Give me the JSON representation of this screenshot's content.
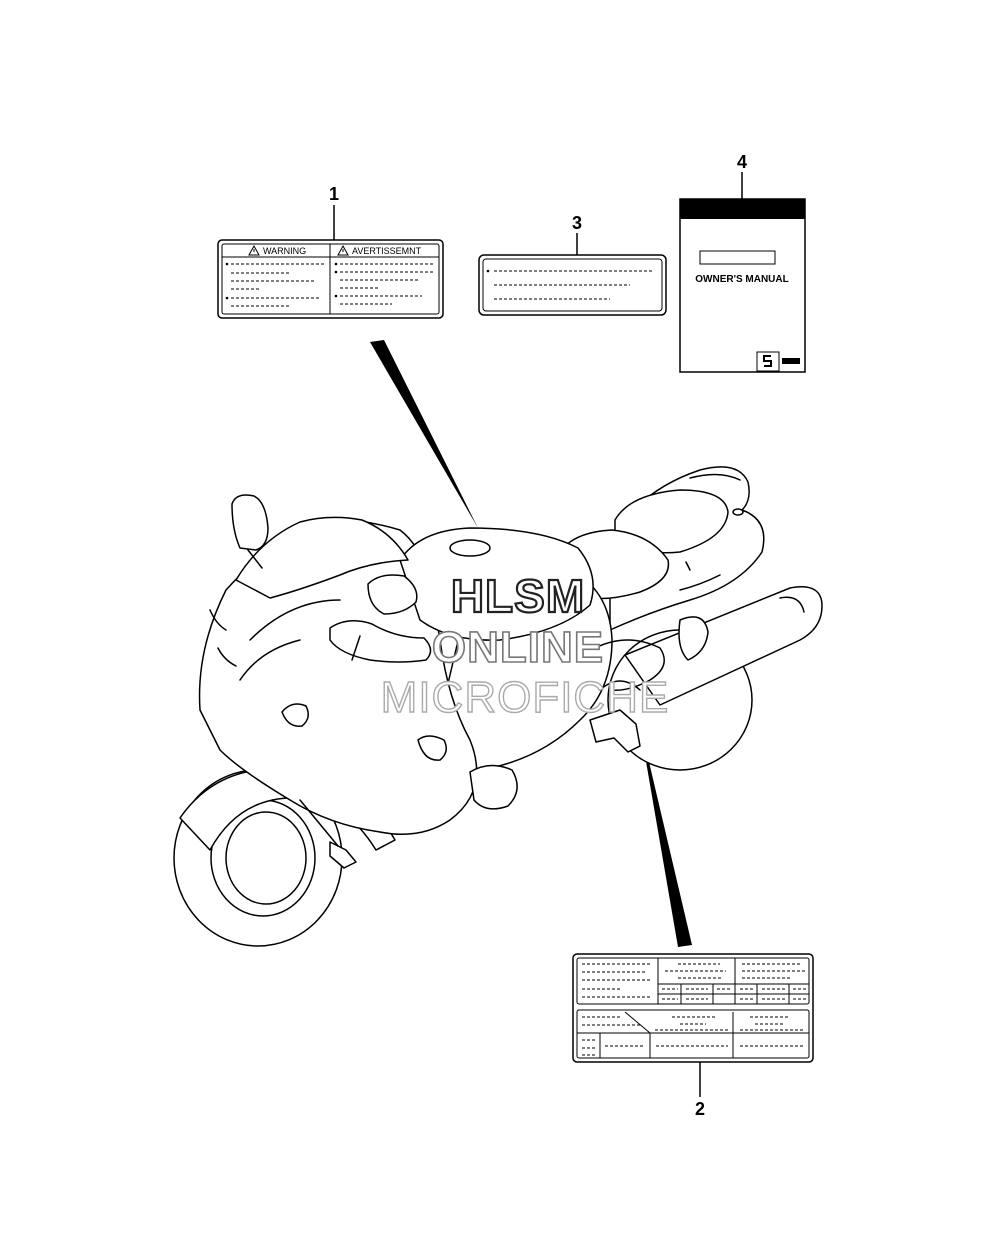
{
  "callouts": {
    "part1": "1",
    "part2": "2",
    "part3": "3",
    "part4": "4"
  },
  "label1": {
    "left_heading": "WARNING",
    "right_heading": "AVERTISSEMNT"
  },
  "manual": {
    "title": "OWNER'S MANUAL"
  },
  "watermark": {
    "line1": "HLSM",
    "line2": "ONLINE",
    "line3": "MICROFICHE"
  },
  "icons": {
    "warning": "warning-triangle-icon",
    "logo": "suzuki-logo-icon"
  }
}
